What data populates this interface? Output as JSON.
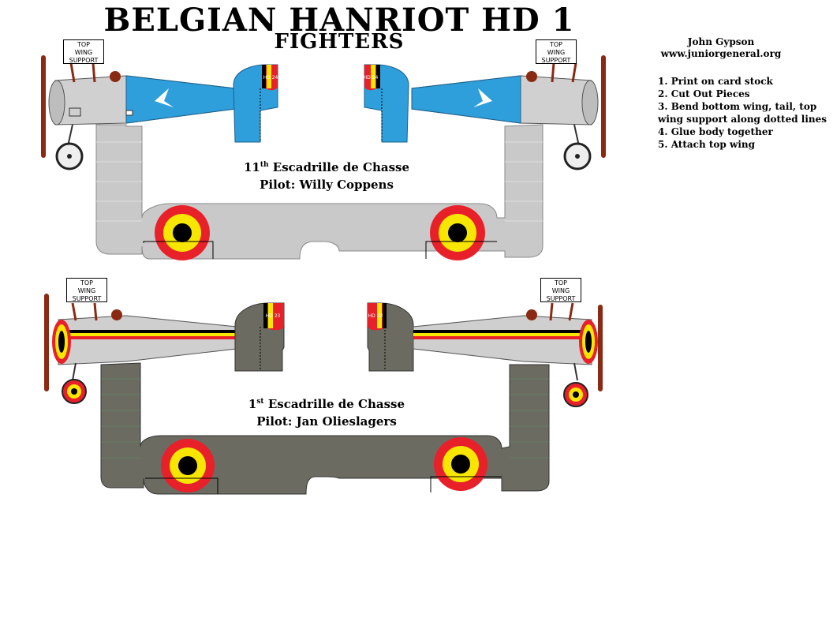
{
  "title": "BELGIAN HANRIOT HD 1",
  "subtitle": "FIGHTERS",
  "author": "John Gypson",
  "website": "www.juniorgeneral.org",
  "instructions": [
    "1. Print on card stock",
    "2. Cut Out Pieces",
    "3. Bend bottom wing, tail, top",
    "wing support along dotted lines",
    "4. Glue body together",
    "5.  Attach top wing"
  ],
  "top_wing_support_label": [
    "TOP",
    "WING",
    "SUPPORT"
  ],
  "aircraft": [
    {
      "unit_number": "11",
      "unit_suffix": "th",
      "unit_name": " Escadrille de Chasse",
      "pilot_line": "Pilot:  Willy Coppens",
      "fuselage_color": "#2f9fdc",
      "wing_color": "#c9c9c9",
      "tail_code": "HD 24"
    },
    {
      "unit_number": "1",
      "unit_suffix": "st",
      "unit_name": "  Escadrille de Chasse",
      "pilot_line": "Pilot:  Jan Olieslagers",
      "fuselage_color": "#6b6b62",
      "wing_color": "#6b6b62",
      "tail_code": "HD 23"
    }
  ],
  "colors": {
    "roundel_red": "#e8202a",
    "roundel_yellow": "#f7e600",
    "roundel_black": "#000000",
    "metal": "#cfcfcf",
    "prop": "#8b2a12"
  }
}
